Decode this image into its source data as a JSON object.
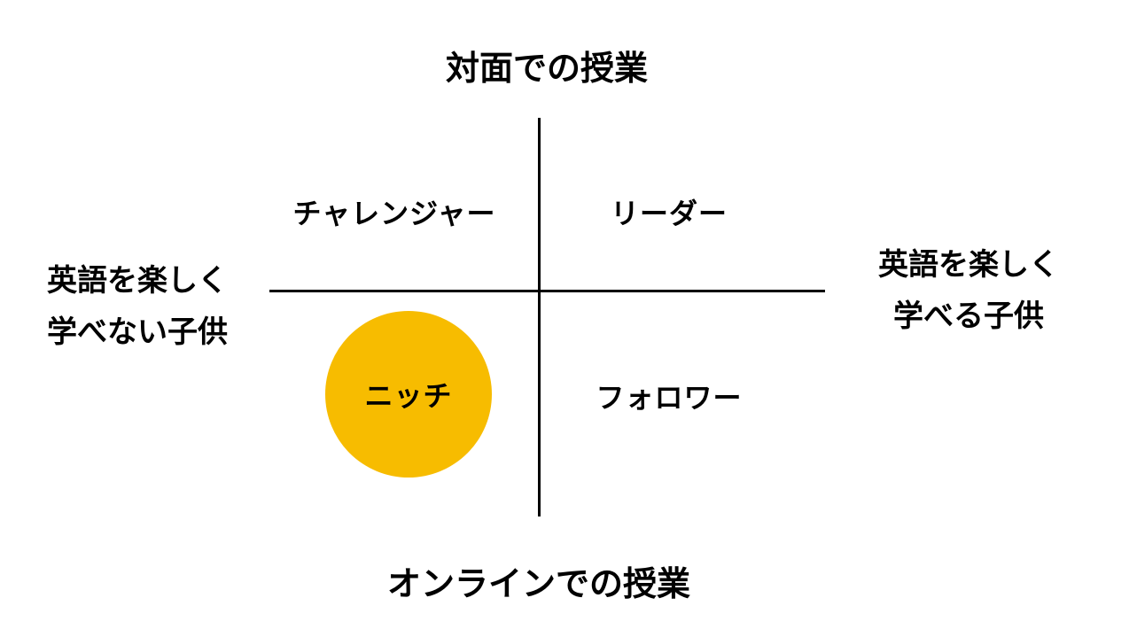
{
  "axes": {
    "top": "対面での授業",
    "bottom": "オンラインでの授業",
    "left": {
      "line1": "英語を楽しく",
      "line2": "学べない子供"
    },
    "right": {
      "line1": "英語を楽しく",
      "line2": "学べる子供"
    }
  },
  "quadrants": {
    "top_left": "チャレンジャー",
    "top_right": "リーダー",
    "bottom_left": "ニッチ",
    "bottom_right": "フォロワー"
  },
  "highlight": {
    "quadrant": "bottom_left",
    "color": "#F7BC00"
  },
  "colors": {
    "background": "#FFFFFF",
    "text": "#000000",
    "axis_lines": "#000000"
  }
}
